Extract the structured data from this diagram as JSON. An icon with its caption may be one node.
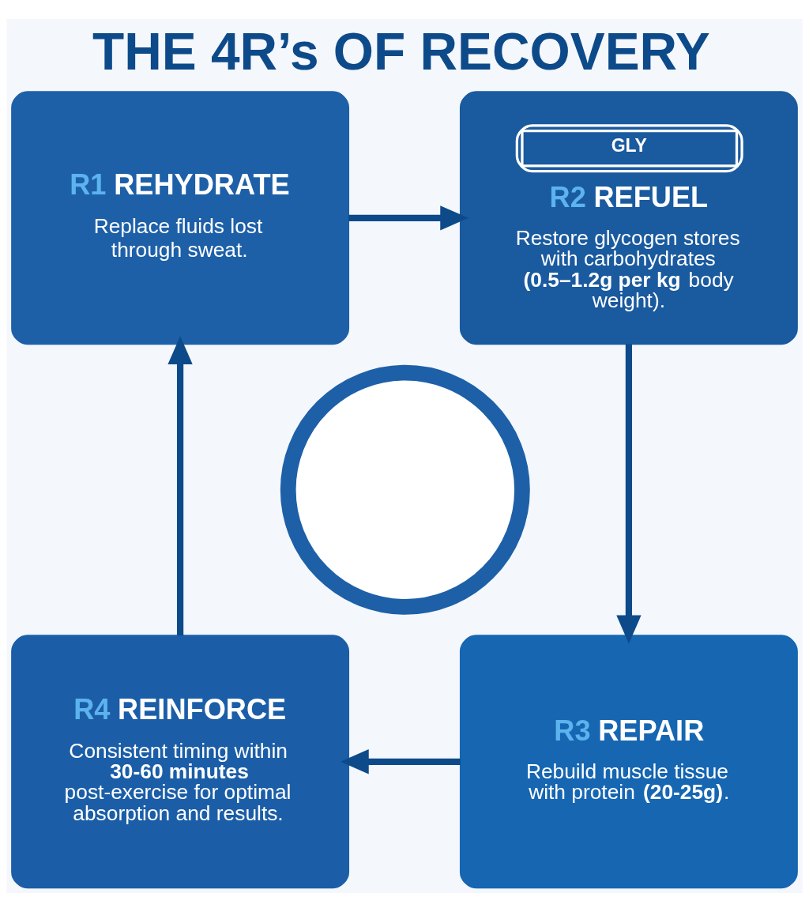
{
  "diagram": {
    "title": "THE 4R’s OF RECOVERY",
    "nodes": [
      {
        "text": [
          "R1 REHYDRATE",
          "Replace fluids lost through sweat."
        ]
      },
      {
        "text": [
          "GLY",
          "R2 REFUEL",
          "Restore glycogen stores with carbohydrates **(0.5–1.2g per kg** body weight)."
        ]
      },
      {
        "text": [
          "R3 REPAIR",
          "Rebuild muscle tissue with protein **(20-25g)**."
        ]
      },
      {
        "text": [
          "R4 REINFORCE",
          "Consistent timing within **30-60 minutes** post-exercise for optimal absorption and results."
        ]
      },
      {
        "text": [],
        "shape": "circle"
      }
    ],
    "edges": [
      {
        "from": 0,
        "to": 1,
        "arrow": "to"
      },
      {
        "from": 1,
        "to": 2,
        "arrow": "to"
      },
      {
        "from": 2,
        "to": 3,
        "arrow": "to"
      },
      {
        "from": 3,
        "to": 0,
        "arrow": "to"
      }
    ]
  }
}
